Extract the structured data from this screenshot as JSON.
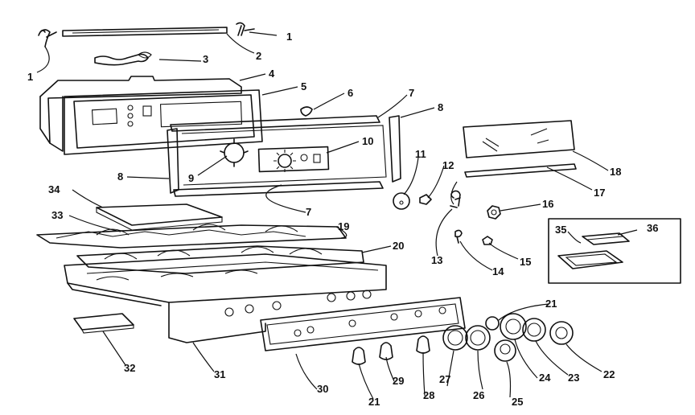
{
  "diagram": {
    "callouts": [
      {
        "id": "c1a",
        "text": "1"
      },
      {
        "id": "c1b",
        "text": "1"
      },
      {
        "id": "c2",
        "text": "2"
      },
      {
        "id": "c3",
        "text": "3"
      },
      {
        "id": "c4",
        "text": "4"
      },
      {
        "id": "c5",
        "text": "5"
      },
      {
        "id": "c6",
        "text": "6"
      },
      {
        "id": "c7a",
        "text": "7"
      },
      {
        "id": "c7b",
        "text": "7"
      },
      {
        "id": "c8a",
        "text": "8"
      },
      {
        "id": "c8b",
        "text": "8"
      },
      {
        "id": "c9",
        "text": "9"
      },
      {
        "id": "c10",
        "text": "10"
      },
      {
        "id": "c11",
        "text": "11"
      },
      {
        "id": "c12",
        "text": "12"
      },
      {
        "id": "c13",
        "text": "13"
      },
      {
        "id": "c14",
        "text": "14"
      },
      {
        "id": "c15",
        "text": "15"
      },
      {
        "id": "c16",
        "text": "16"
      },
      {
        "id": "c17",
        "text": "17"
      },
      {
        "id": "c18",
        "text": "18"
      },
      {
        "id": "c19",
        "text": "19"
      },
      {
        "id": "c20",
        "text": "20"
      },
      {
        "id": "c21a",
        "text": "21"
      },
      {
        "id": "c21b",
        "text": "21"
      },
      {
        "id": "c22",
        "text": "22"
      },
      {
        "id": "c23",
        "text": "23"
      },
      {
        "id": "c24",
        "text": "24"
      },
      {
        "id": "c25",
        "text": "25"
      },
      {
        "id": "c26",
        "text": "26"
      },
      {
        "id": "c27",
        "text": "27"
      },
      {
        "id": "c28",
        "text": "28"
      },
      {
        "id": "c29",
        "text": "29"
      },
      {
        "id": "c30",
        "text": "30"
      },
      {
        "id": "c31",
        "text": "31"
      },
      {
        "id": "c32",
        "text": "32"
      },
      {
        "id": "c33",
        "text": "33"
      },
      {
        "id": "c34",
        "text": "34"
      },
      {
        "id": "c35",
        "text": "35"
      },
      {
        "id": "c36",
        "text": "36"
      }
    ]
  }
}
